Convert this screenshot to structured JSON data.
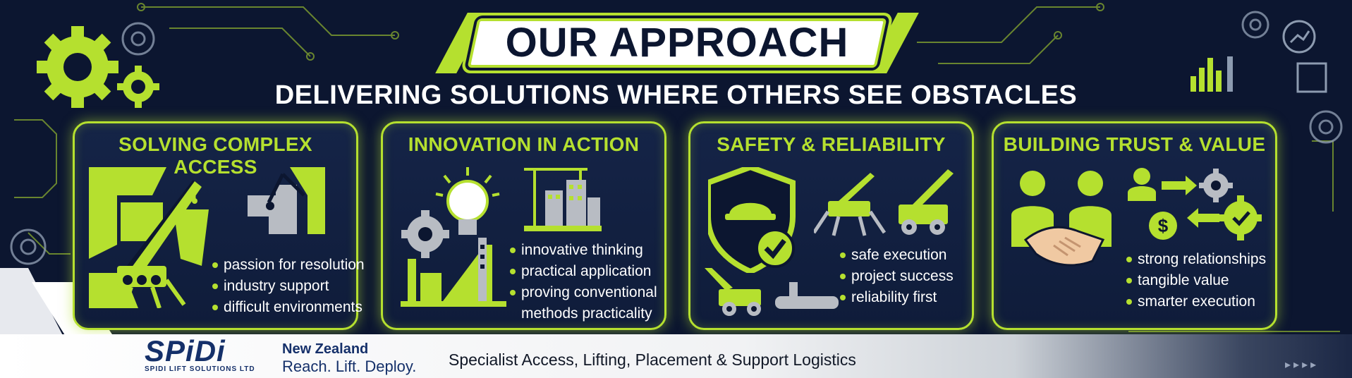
{
  "header": {
    "title": "OUR APPROACH",
    "subtitle": "DELIVERING SOLUTIONS WHERE OTHERS SEE OBSTACLES"
  },
  "panels": [
    {
      "title": "SOLVING COMPLEX ACCESS",
      "bullets": [
        "passion for resolution",
        "industry support",
        "difficult environments"
      ],
      "icons": [
        "spider-crane-icon",
        "crane-hook-icon"
      ]
    },
    {
      "title": "INNOVATION IN ACTION",
      "bullets": [
        "innovative thinking",
        "practical application",
        "proving conventional",
        "methods practicality"
      ],
      "icons": [
        "lightbulb-icon",
        "gear-icon",
        "building-crane-icon",
        "factory-icon"
      ]
    },
    {
      "title": "SAFETY & RELIABILITY",
      "bullets": [
        "safe execution",
        "project success",
        "reliability first"
      ],
      "icons": [
        "shield-hardhat-icon",
        "checkmark-icon",
        "spider-lift-icon",
        "telehandler-icon"
      ]
    },
    {
      "title": "BUILDING TRUST & VALUE",
      "bullets": [
        "strong relationships",
        "tangible value",
        "smarter execution"
      ],
      "icons": [
        "handshake-icon",
        "person-icon",
        "gear-icon",
        "dollar-icon"
      ]
    }
  ],
  "footer": {
    "logo_text": "SPiDi",
    "logo_sub": "SPIDI LIFT SOLUTIONS LTD",
    "region": "New Zealand",
    "tagline": "Reach. Lift. Deploy.",
    "services": "Specialist Access, Lifting, Placement & Support Logistics",
    "arrows": "▸▸▸▸"
  },
  "colors": {
    "accent": "#b5e02f",
    "background": "#0c1630",
    "panel": "#152447",
    "brand_blue": "#15306a",
    "handshake": "#f0c9a2"
  }
}
